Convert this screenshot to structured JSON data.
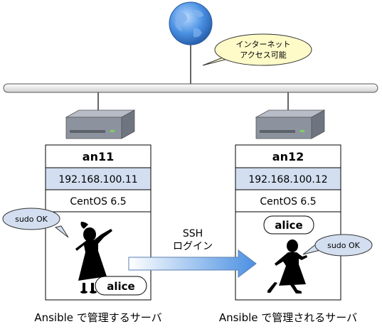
{
  "internet": {
    "icon": "globe-icon",
    "callout": [
      "インターネット",
      "アクセス可能"
    ]
  },
  "servers": [
    {
      "hostname": "an11",
      "ip": "192.168.100.11",
      "os": "CentOS 6.5",
      "user_badge": "alice",
      "speech": "sudo OK",
      "caption": "Ansible で管理するサーバ"
    },
    {
      "hostname": "an12",
      "ip": "192.168.100.12",
      "os": "CentOS 6.5",
      "user_badge": "alice",
      "speech": "sudo OK",
      "caption": "Ansible で管理されるサーバ"
    }
  ],
  "connection": {
    "line1": "SSH",
    "line2": "ログイン"
  },
  "colors": {
    "globe": "#4a90e2",
    "ip_row": "#d3dff0",
    "arrow_start": "#ffffff",
    "arrow_end": "#4a90e2",
    "callout": "#fffbc8",
    "network_bar": "#eeeeee"
  }
}
